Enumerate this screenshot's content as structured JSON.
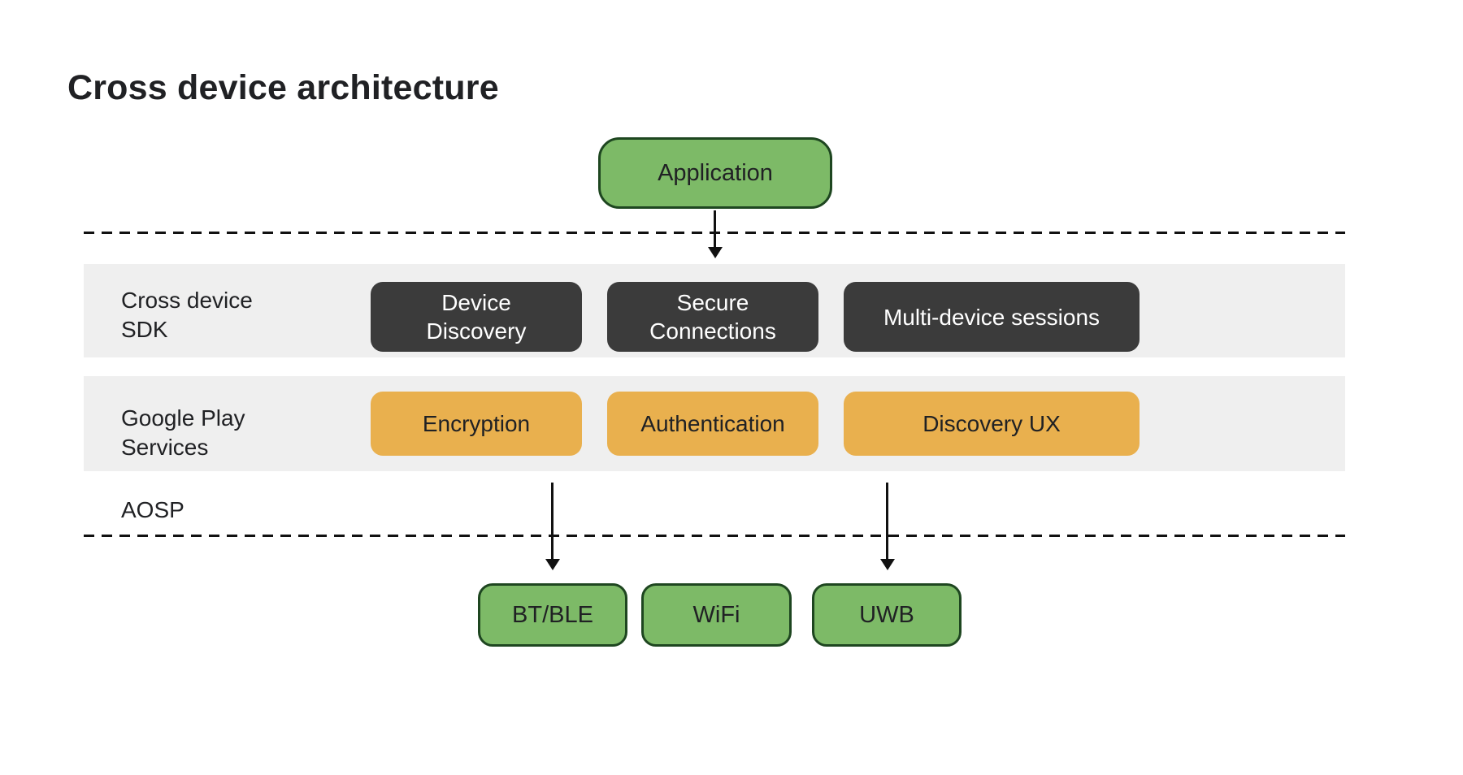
{
  "title": "Cross device architecture",
  "application_label": "Application",
  "rows": {
    "sdk": {
      "label": "Cross device\nSDK",
      "boxes": {
        "device_discovery": "Device\nDiscovery",
        "secure_connections": "Secure\nConnections",
        "multi_device_sessions": "Multi-device sessions"
      }
    },
    "gps": {
      "label": "Google Play\nServices",
      "boxes": {
        "encryption": "Encryption",
        "authentication": "Authentication",
        "discovery_ux": "Discovery UX"
      }
    }
  },
  "aosp_label": "AOSP",
  "transports": {
    "bt_ble": "BT/BLE",
    "wifi": "WiFi",
    "uwb": "UWB"
  },
  "colors": {
    "background": "#FFFFFF",
    "band_gray": "#EFEFEF",
    "box_dark": "#3B3B3B",
    "box_green": "#7DBA67",
    "green_border": "#1E4620",
    "box_orange": "#E9B04E",
    "text_dark": "#202124",
    "text_light": "#FFFFFF",
    "line_color": "#111111"
  }
}
